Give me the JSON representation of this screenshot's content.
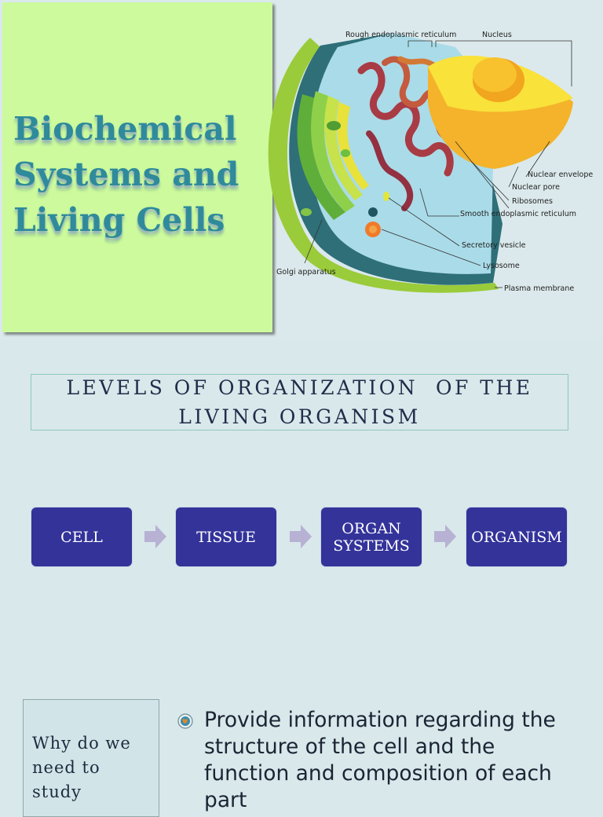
{
  "slide1": {
    "title_lines": [
      "Biochemical",
      "Systems and",
      "Living Cells"
    ],
    "cell_labels": {
      "rough_er": "Rough endoplasmic reticulum",
      "nucleus": "Nucleus",
      "nuclear_envelope": "Nuclear envelope",
      "nuclear_pore": "Nuclear pore",
      "ribosomes": "Ribosomes",
      "smooth_er": "Smooth endoplasmic reticulum",
      "secretory_vesicle": "Secretory vesicle",
      "lysosome": "Lysosome",
      "golgi": "Golgi apparatus",
      "plasma_membrane": "Plasma membrane"
    }
  },
  "slide2": {
    "heading_line1": "LEVELS OF ORGANIZATION  OF THE",
    "heading_line2": "LIVING ORGANISM",
    "flow": [
      {
        "label_line1": "CELL",
        "label_line2": ""
      },
      {
        "label_line1": "TISSUE",
        "label_line2": ""
      },
      {
        "label_line1": "ORGAN",
        "label_line2": "SYSTEMS"
      },
      {
        "label_line1": "ORGANISM",
        "label_line2": ""
      }
    ]
  },
  "slide3": {
    "question_lines": [
      "Why do we",
      "need to",
      "study"
    ],
    "bullet_text": "Provide information regarding the structure of the cell and the function and composition of each part"
  },
  "colors": {
    "title_panel": "#ccfa9c",
    "title_text": "#2f8a9b",
    "flow_box": "#33339a",
    "flow_arrow": "#b7b1d3",
    "heading_border": "#8fc6c4"
  }
}
